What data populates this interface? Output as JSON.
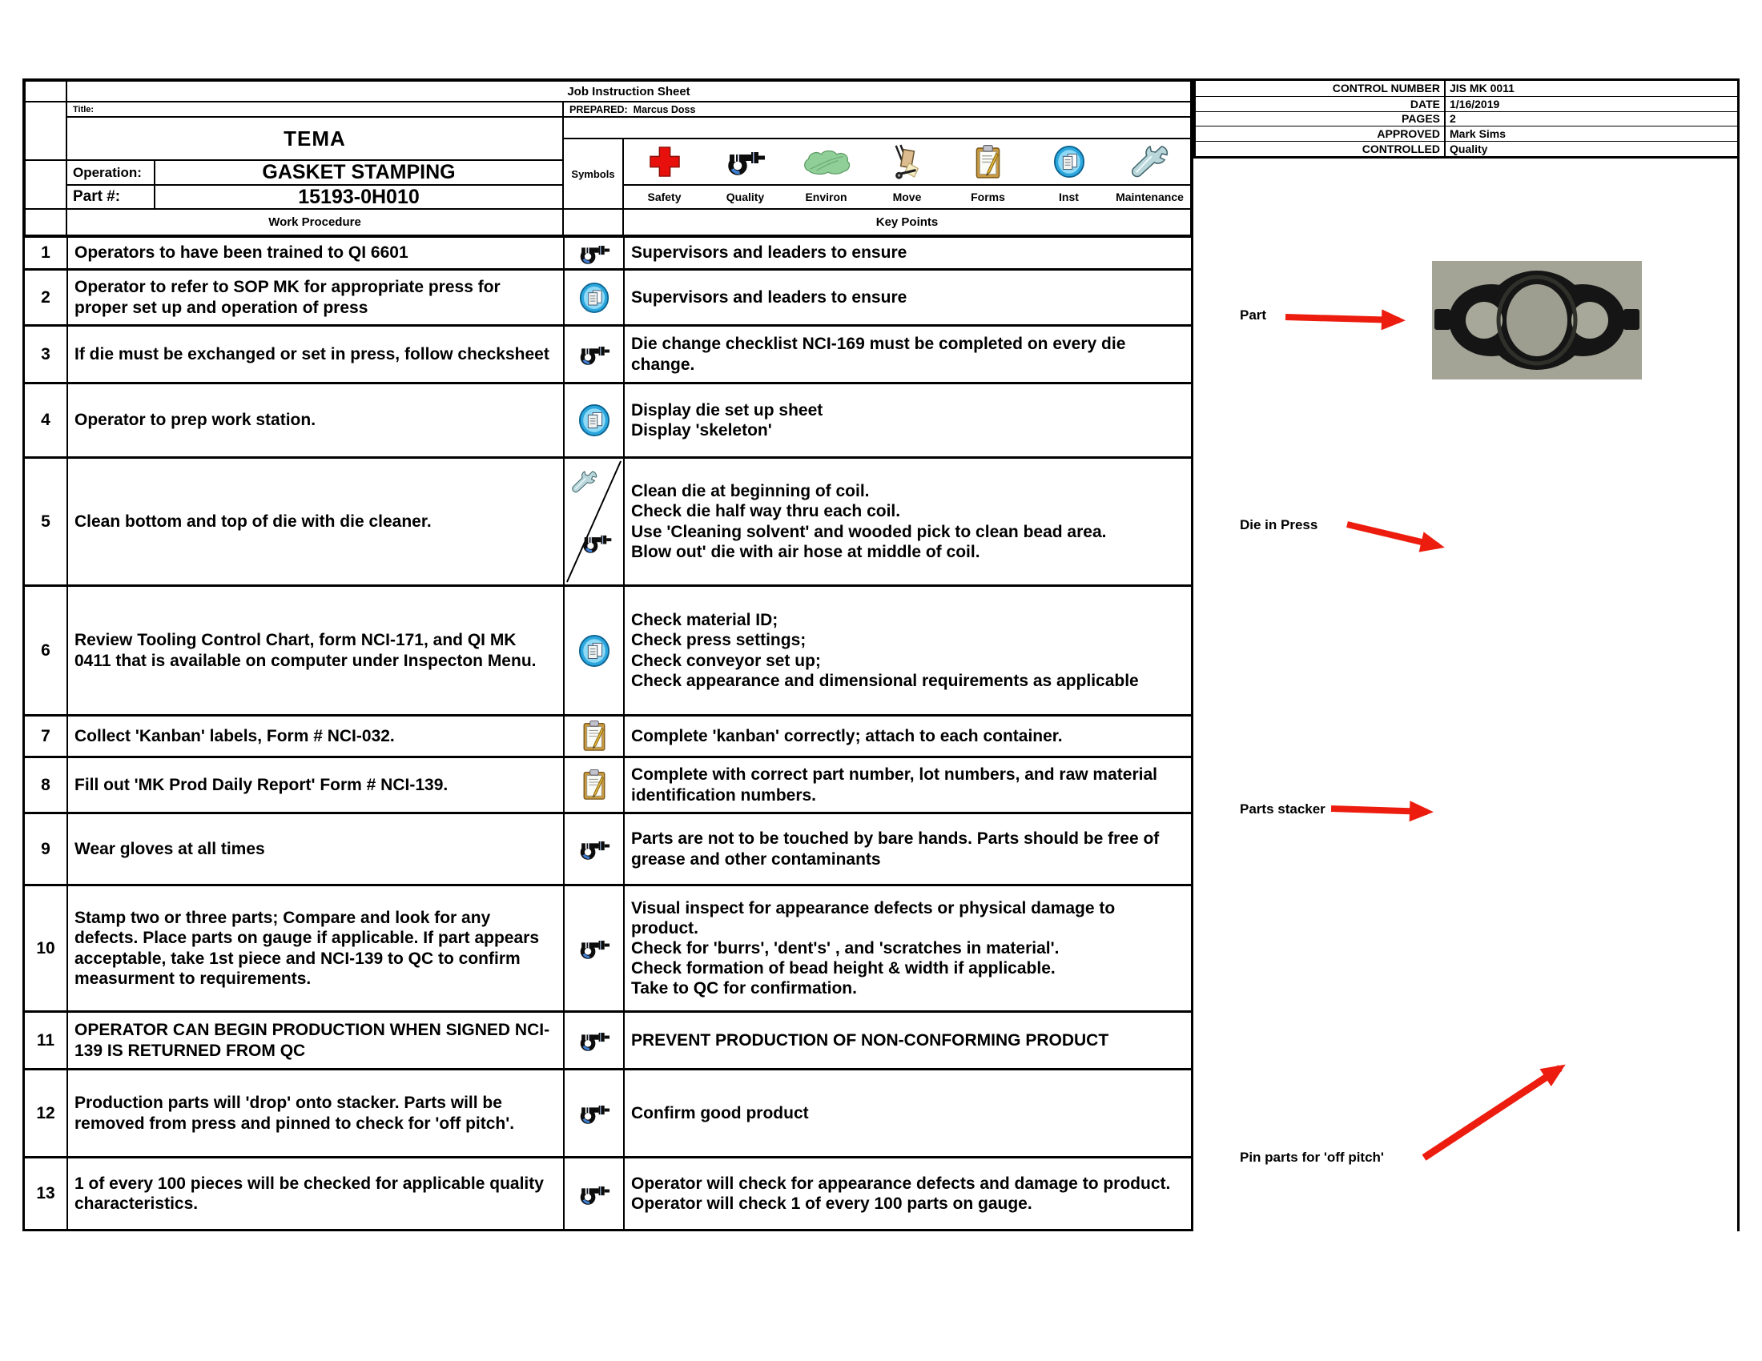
{
  "header": {
    "sheet_title": "Job Instruction Sheet",
    "title_label": "Title:",
    "title_value": "TEMA",
    "prepared_label": "PREPARED:",
    "prepared_value": "Marcus Doss",
    "operation_label": "Operation:",
    "operation_value": "GASKET STAMPING",
    "part_label": "Part #:",
    "part_value": "15193-0H010",
    "control": [
      {
        "label": "CONTROL NUMBER",
        "value": "JIS MK 0011"
      },
      {
        "label": "DATE",
        "value": "1/16/2019"
      },
      {
        "label": "PAGES",
        "value": "2"
      },
      {
        "label": "APPROVED",
        "value": "Mark Sims"
      },
      {
        "label": "CONTROLLED",
        "value": "Quality"
      }
    ]
  },
  "symbols": {
    "label": "Symbols",
    "items": [
      {
        "name": "safety-icon",
        "label": "Safety"
      },
      {
        "name": "quality-icon",
        "label": "Quality"
      },
      {
        "name": "environ-icon",
        "label": "Environ"
      },
      {
        "name": "move-icon",
        "label": "Move"
      },
      {
        "name": "forms-icon",
        "label": "Forms"
      },
      {
        "name": "inst-icon",
        "label": "Inst"
      },
      {
        "name": "maintenance-icon",
        "label": "Maintenance"
      }
    ]
  },
  "table": {
    "work_procedure_header": "Work Procedure",
    "key_points_header": "Key Points",
    "rows": [
      {
        "num": "1",
        "procedure": "Operators to have been trained to QI 6601",
        "symbols": [
          "quality"
        ],
        "key_points": "Supervisors and leaders to ensure"
      },
      {
        "num": "2",
        "procedure": "Operator to refer to SOP MK for appropriate press for proper set up and operation of press",
        "symbols": [
          "inst"
        ],
        "key_points": "Supervisors and leaders to ensure"
      },
      {
        "num": "3",
        "procedure": "If die must be exchanged or set in press, follow checksheet",
        "symbols": [
          "quality"
        ],
        "key_points": "Die change checklist NCI-169 must be completed on every die change."
      },
      {
        "num": "4",
        "procedure": "Operator to prep work station.",
        "symbols": [
          "inst"
        ],
        "key_points": "Display die set up sheet\nDisplay 'skeleton'"
      },
      {
        "num": "5",
        "procedure": "Clean bottom and top of die with die cleaner.",
        "symbols": [
          "maintenance",
          "quality"
        ],
        "key_points": "Clean die at beginning of coil.\nCheck die half way thru each coil.\nUse 'Cleaning solvent' and wooded pick to clean bead area.\nBlow out' die with air hose at middle of coil."
      },
      {
        "num": "6",
        "procedure": "Review Tooling Control Chart, form NCI-171,  and QI MK 0411 that is available on computer under Inspecton Menu.",
        "symbols": [
          "inst"
        ],
        "key_points": "Check material ID;\nCheck press settings;\nCheck conveyor set up;\nCheck appearance and dimensional requirements as applicable"
      },
      {
        "num": "7",
        "procedure": "Collect 'Kanban' labels, Form # NCI-032.",
        "symbols": [
          "forms"
        ],
        "key_points": "Complete 'kanban' correctly; attach to each container."
      },
      {
        "num": "8",
        "procedure": "Fill out 'MK Prod Daily Report' Form # NCI-139.",
        "symbols": [
          "forms"
        ],
        "key_points": "Complete with correct part number, lot numbers, and raw material identification numbers."
      },
      {
        "num": "9",
        "procedure": "Wear gloves at all times",
        "symbols": [
          "quality"
        ],
        "key_points": "Parts are not to be touched by bare hands.  Parts should be free of grease and other contaminants"
      },
      {
        "num": "10",
        "procedure": "Stamp two or three parts;  Compare and look for any defects.  Place parts on gauge if applicable.  If part appears acceptable, take 1st piece and NCI-139 to QC to confirm measurment to requirements.",
        "symbols": [
          "quality"
        ],
        "key_points": "Visual inspect for appearance defects or physical damage to product.\nCheck for 'burrs', 'dent's' , and 'scratches in material'.\nCheck formation of bead height & width if applicable.\nTake to QC for confirmation."
      },
      {
        "num": "11",
        "procedure": "OPERATOR CAN BEGIN PRODUCTION WHEN SIGNED NCI-139 IS RETURNED FROM QC",
        "symbols": [
          "quality"
        ],
        "key_points": "PREVENT PRODUCTION OF NON-CONFORMING PRODUCT"
      },
      {
        "num": "12",
        "procedure": "Production parts will 'drop' onto stacker.  Parts will be removed from press and pinned to check for 'off pitch'.",
        "symbols": [
          "quality"
        ],
        "key_points": "Confirm good product"
      },
      {
        "num": "13",
        "procedure": "1 of every 100 pieces will be checked for applicable quality characteristics.",
        "symbols": [
          "quality"
        ],
        "key_points": "Operator will check for appearance defects and damage to product.\nOperator will check 1 of every 100 parts on gauge."
      }
    ]
  },
  "annotations": {
    "part": "Part",
    "die_in_press": "Die in Press",
    "parts_stacker": "Parts stacker",
    "pin_parts": "Pin parts for 'off pitch'"
  },
  "colors": {
    "arrow_red": "#ec1c0e",
    "safety_red": "#e8100c",
    "inst_blue": "#2ba7dd",
    "photo_background": "#a3a496"
  }
}
